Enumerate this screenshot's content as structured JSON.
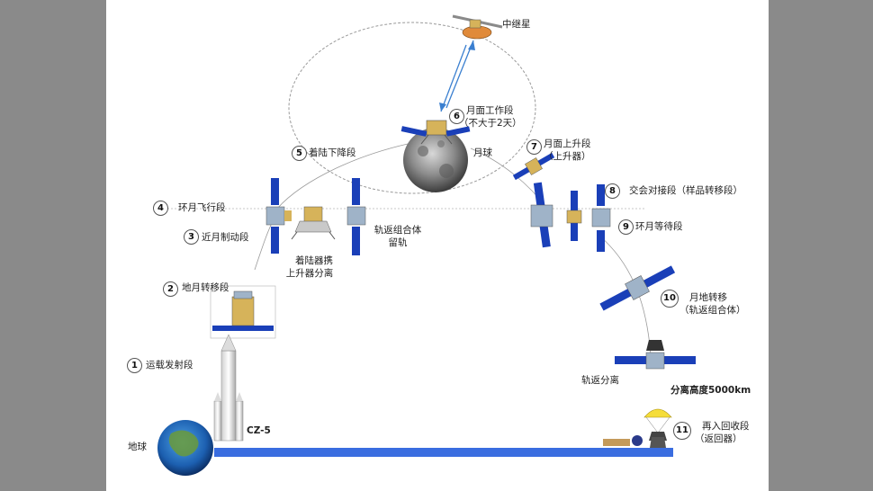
{
  "nodes": {
    "relay": "中继星",
    "moon": "月球",
    "earth": "地球",
    "rocket": "CZ-5",
    "stage1": {
      "num": "1",
      "label": "运载发射段"
    },
    "stage2": {
      "num": "2",
      "label": "地月转移段"
    },
    "stage3": {
      "num": "3",
      "label": "近月制动段"
    },
    "stage4": {
      "num": "4",
      "label": "环月飞行段"
    },
    "stage5": {
      "num": "5",
      "label": "着陆下降段"
    },
    "stage6": {
      "num": "6",
      "label1": "月面工作段",
      "label2": "（不大于2天）"
    },
    "stage7": {
      "num": "7",
      "label1": "月面上升段",
      "label2": "（上升器）"
    },
    "stage8": {
      "num": "8",
      "label": "交会对接段（样品转移段）"
    },
    "stage9": {
      "num": "9",
      "label": "环月等待段"
    },
    "stage10": {
      "num": "10",
      "label1": "月地转移",
      "label2": "（轨返组合体）"
    },
    "stage11": {
      "num": "11",
      "label1": "再入回收段",
      "label2": "（返回器）"
    },
    "separation_lander": [
      "着陆器携",
      "上升器分离"
    ],
    "orbiter_stay": [
      "轨返组合体",
      "留轨"
    ],
    "orbiter_separation": "轨返分离",
    "separation_altitude": "分离高度5000km"
  },
  "colors": {
    "solar_panel": "#1a3fb8",
    "ground_bar": "#3a6de0",
    "trajectory": "#9a9a9a",
    "relay_link": "#3a7fd0"
  }
}
